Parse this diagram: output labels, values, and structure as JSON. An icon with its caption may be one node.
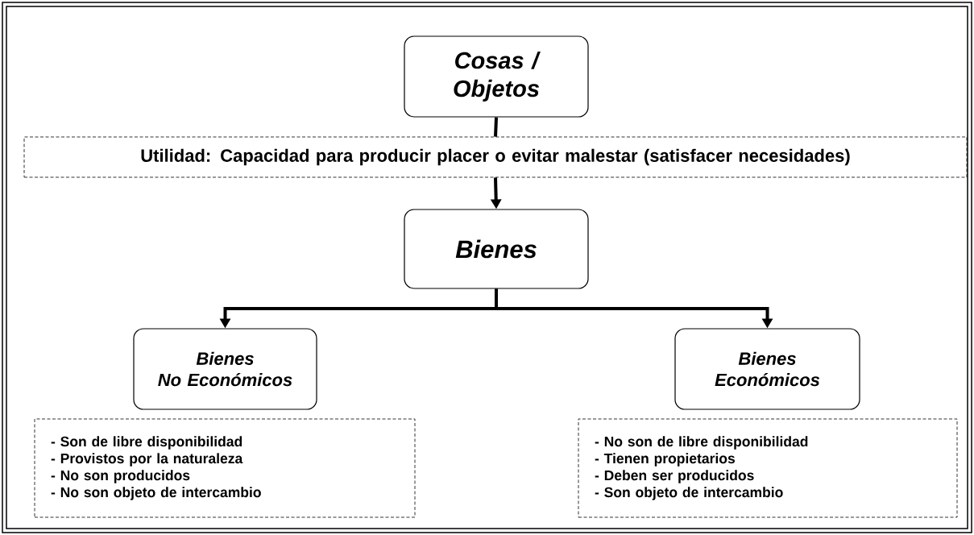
{
  "diagram": {
    "nodes": [
      {
        "text": [
          "Cosas / Objetos"
        ]
      },
      {
        "text": [
          "Utilidad: Capacidad para producir placer o evitar malestar (satisfacer necesidades)"
        ]
      },
      {
        "text": [
          "Bienes"
        ]
      },
      {
        "text": [
          "Bienes",
          "No Económicos"
        ]
      },
      {
        "text": [
          "Bienes",
          "Económicos"
        ]
      },
      {
        "text": [
          "- Son de libre disponibilidad",
          "- Provistos por la naturaleza",
          "- No son producidos",
          "- No son objeto de intercambio"
        ]
      },
      {
        "text": [
          "- No son de libre disponibilidad",
          "- Tienen propietarios",
          "- Deben ser producidos",
          "- Son objeto de intercambio"
        ]
      }
    ],
    "edges": [
      {
        "from": 0,
        "to": 1,
        "arrow": "none"
      },
      {
        "from": 1,
        "to": 2,
        "arrow": "to"
      },
      {
        "from": 2,
        "to": 3,
        "arrow": "to"
      },
      {
        "from": 2,
        "to": 4,
        "arrow": "to"
      }
    ]
  }
}
